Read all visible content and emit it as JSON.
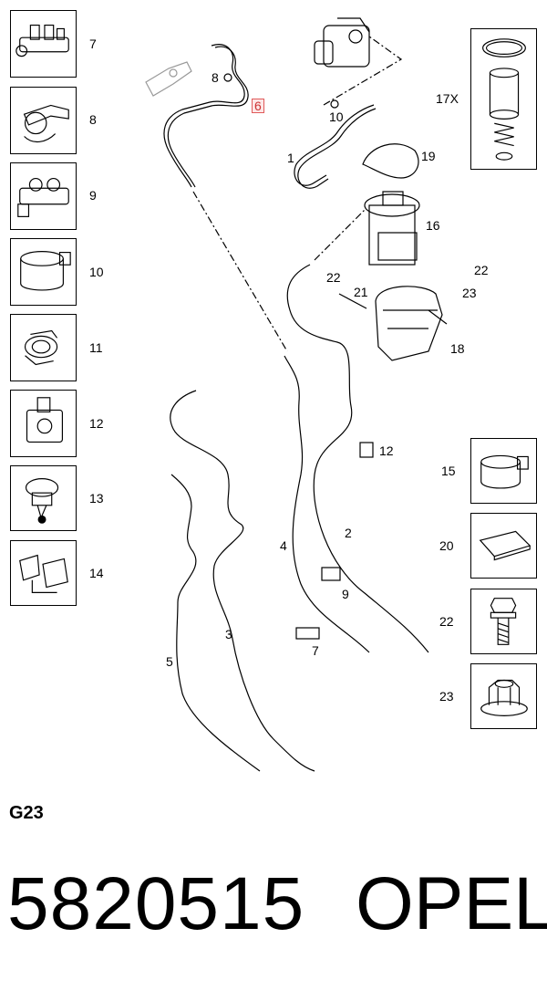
{
  "diagram": {
    "left_panel": [
      {
        "id": "7"
      },
      {
        "id": "8"
      },
      {
        "id": "9"
      },
      {
        "id": "10"
      },
      {
        "id": "11"
      },
      {
        "id": "12"
      },
      {
        "id": "13"
      },
      {
        "id": "14"
      }
    ],
    "right_top_panel": {
      "id": "17X"
    },
    "right_panel": [
      {
        "id": "15"
      },
      {
        "id": "20"
      },
      {
        "id": "22"
      },
      {
        "id": "23"
      }
    ],
    "callouts": {
      "c6": "6",
      "c8": "8",
      "c10": "10",
      "c1": "1",
      "c19": "19",
      "c16": "16",
      "c22a": "22",
      "c21": "21",
      "c22b": "22",
      "c23": "23",
      "c18": "18",
      "c12": "12",
      "c2": "2",
      "c4": "4",
      "c9": "9",
      "c3": "3",
      "c5": "5",
      "c7": "7"
    },
    "highlight_color": "#e05a5a"
  },
  "footer": {
    "code": "G23",
    "part_number": "5820515",
    "brand": "OPEL"
  }
}
